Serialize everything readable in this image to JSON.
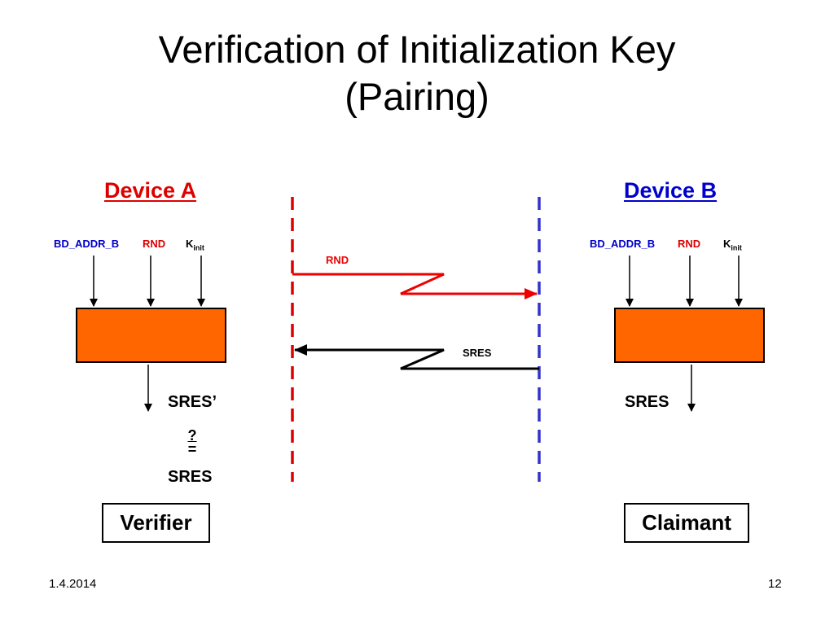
{
  "title_line1": "Verification of Initialization Key",
  "title_line2": "(Pairing)",
  "device_a": {
    "title": "Device A",
    "title_color": "#dd0000",
    "inputs": {
      "bd_addr": "BD_ADDR_B",
      "rnd": "RND",
      "k_base": "K",
      "k_sub": "init"
    },
    "output": "SRES’",
    "compare_q": "?",
    "compare_eq": "=",
    "compare_target": "SRES",
    "role": "Verifier",
    "lifeline_color": "#dd0000"
  },
  "device_b": {
    "title": "Device B",
    "title_color": "#0000cc",
    "inputs": {
      "bd_addr": "BD_ADDR_B",
      "rnd": "RND",
      "k_base": "K",
      "k_sub": "init"
    },
    "output": "SRES",
    "role": "Claimant",
    "lifeline_color": "#3333cc"
  },
  "messages": {
    "rnd_label": "RND",
    "rnd_color": "#ee0000",
    "sres_label": "SRES",
    "sres_color": "#000000"
  },
  "colors": {
    "box_fill": "#ff6600",
    "blue_text": "#0000cc",
    "red_text": "#dd0000"
  },
  "footer": {
    "date": "1.4.2014",
    "page": "12"
  }
}
